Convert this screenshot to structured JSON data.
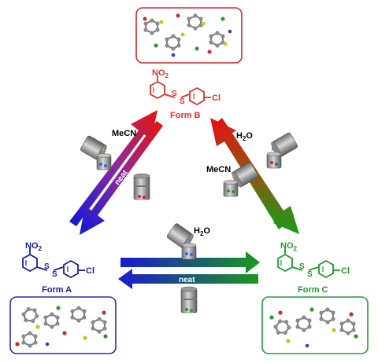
{
  "forms": {
    "b": {
      "label": "Form B",
      "color": "#e53030",
      "nitro": "NO",
      "nitro_sub": "2",
      "s1": "S",
      "s2": "S",
      "cl": "Cl"
    },
    "a": {
      "label": "Form A",
      "color": "#1a1aa8",
      "nitro": "NO",
      "nitro_sub": "2",
      "s1": "S",
      "s2": "S",
      "cl": "Cl"
    },
    "c": {
      "label": "Form C",
      "color": "#1f9a2a",
      "nitro": "NO",
      "nitro_sub": "2",
      "s1": "S",
      "s2": "S",
      "cl": "Cl"
    }
  },
  "conditions": {
    "a_to_b": "MeCN",
    "b_to_a": "neat",
    "c_to_b_water": "H",
    "c_to_b_water_sub": "2",
    "c_to_b_water_o": "O",
    "b_to_c": "MeCN",
    "a_to_c_water": "H",
    "a_to_c_water_sub": "2",
    "a_to_c_water_o": "O",
    "c_to_a": "neat"
  },
  "icons": [
    "crystal-packing-icon",
    "grinding-jar-icon",
    "benzene-ring-icon"
  ]
}
